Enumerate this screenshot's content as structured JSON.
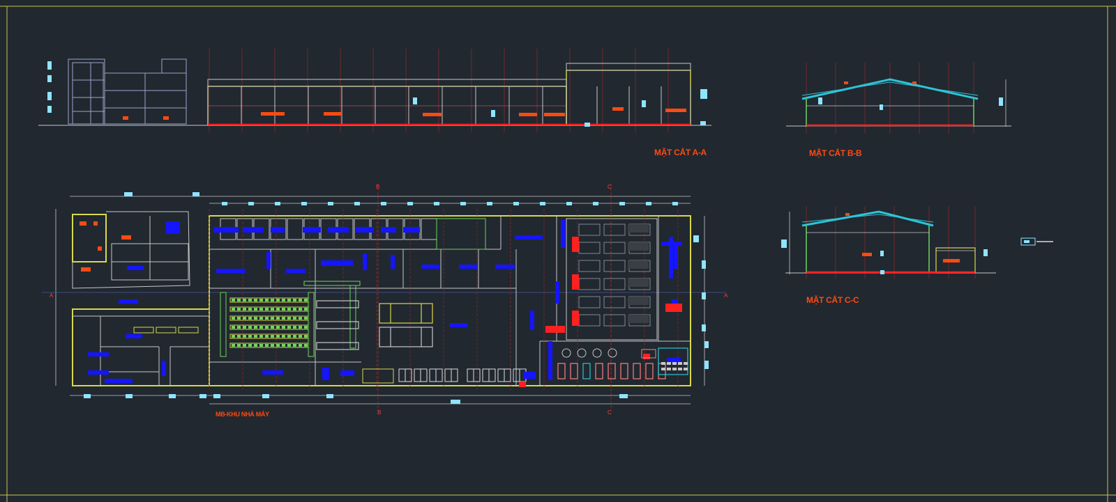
{
  "drawing": {
    "sections": {
      "a": "MẶT CẮT A-A",
      "b": "MẶT CẮT B-B",
      "c": "MẶT CẮT C-C"
    },
    "plan_title": "MB-KHU NHÀ MÁY",
    "axis_marks": {
      "a_left": "A",
      "a_right": "A",
      "b_top": "B",
      "b_bottom": "B",
      "c_top": "C",
      "c_bottom": "C"
    }
  },
  "colors": {
    "background": "#212830",
    "frame": "#c9c94a",
    "wall": "#d9d94a",
    "line": "#c8c8c8",
    "axis": "#c0392b",
    "cyan": "#2ec4d6",
    "blue": "#1515ff",
    "orange": "#ff4a12",
    "red": "#ff2020",
    "dim": "#8fe4ff",
    "green": "#6ed65a"
  }
}
